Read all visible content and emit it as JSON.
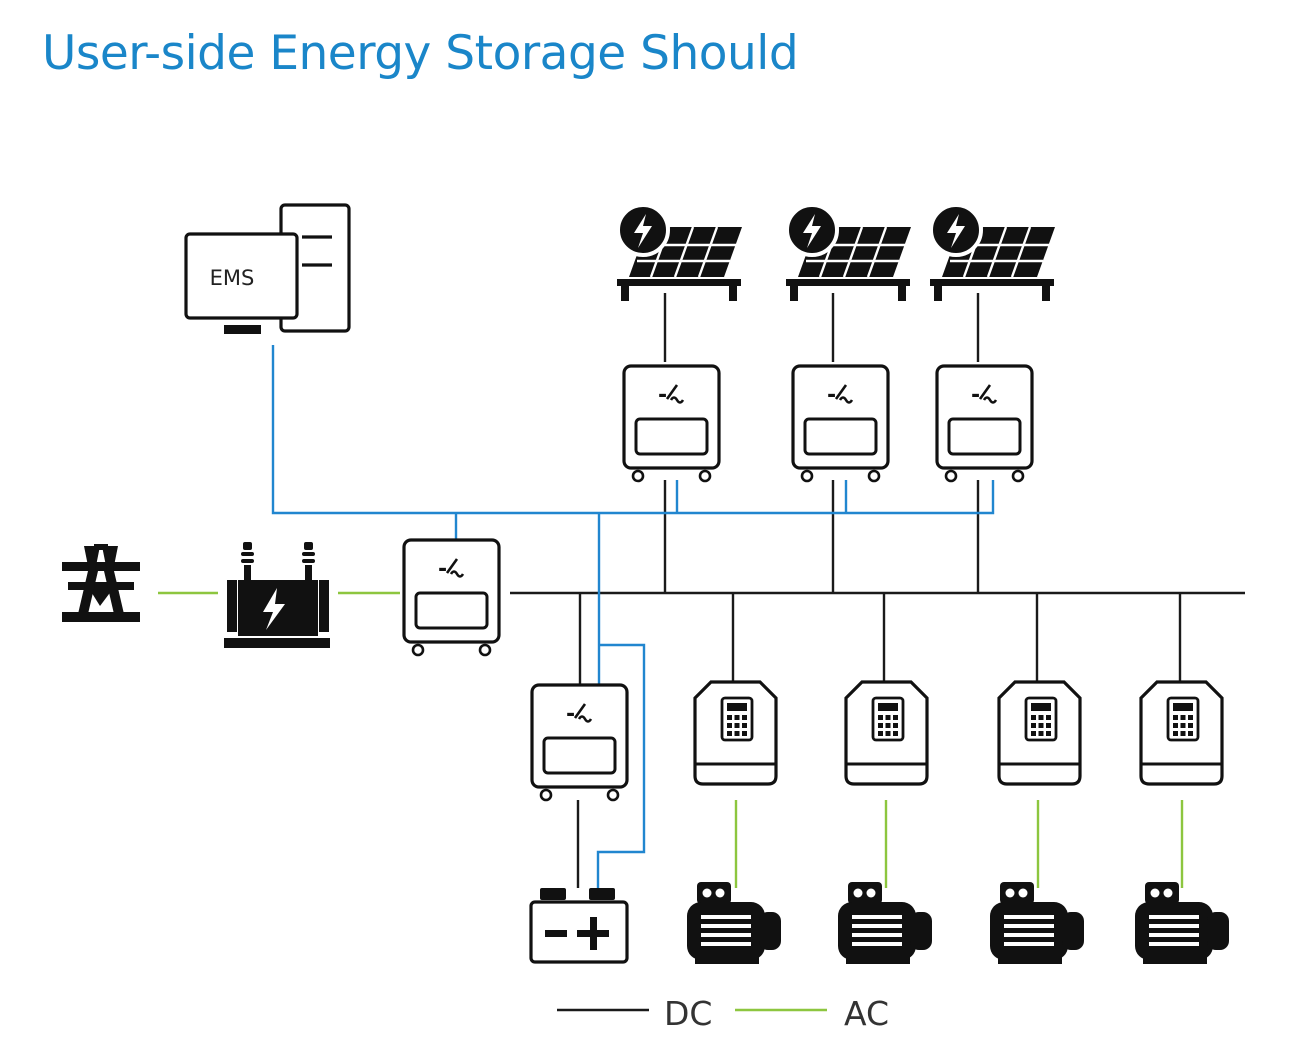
{
  "title": "User-side Energy Storage Should",
  "ems_label": "EMS",
  "legend": {
    "dc_label": "DC",
    "ac_label": "AC"
  },
  "colors": {
    "title": "#1a86c9",
    "communication_line": "#2186cf",
    "dc_line": "#1a1a1a",
    "ac_line": "#8dc63f",
    "icon": "#111111",
    "legend_text": "#333333"
  },
  "icons": {
    "grid": "power-pylon-icon",
    "transformer": "transformer-icon",
    "converter": "pcs-converter-icon",
    "solar": "solar-panel-icon",
    "drive": "frequency-drive-icon",
    "motor": "motor-icon",
    "battery": "battery-icon",
    "ems": "ems-computer-icon"
  }
}
